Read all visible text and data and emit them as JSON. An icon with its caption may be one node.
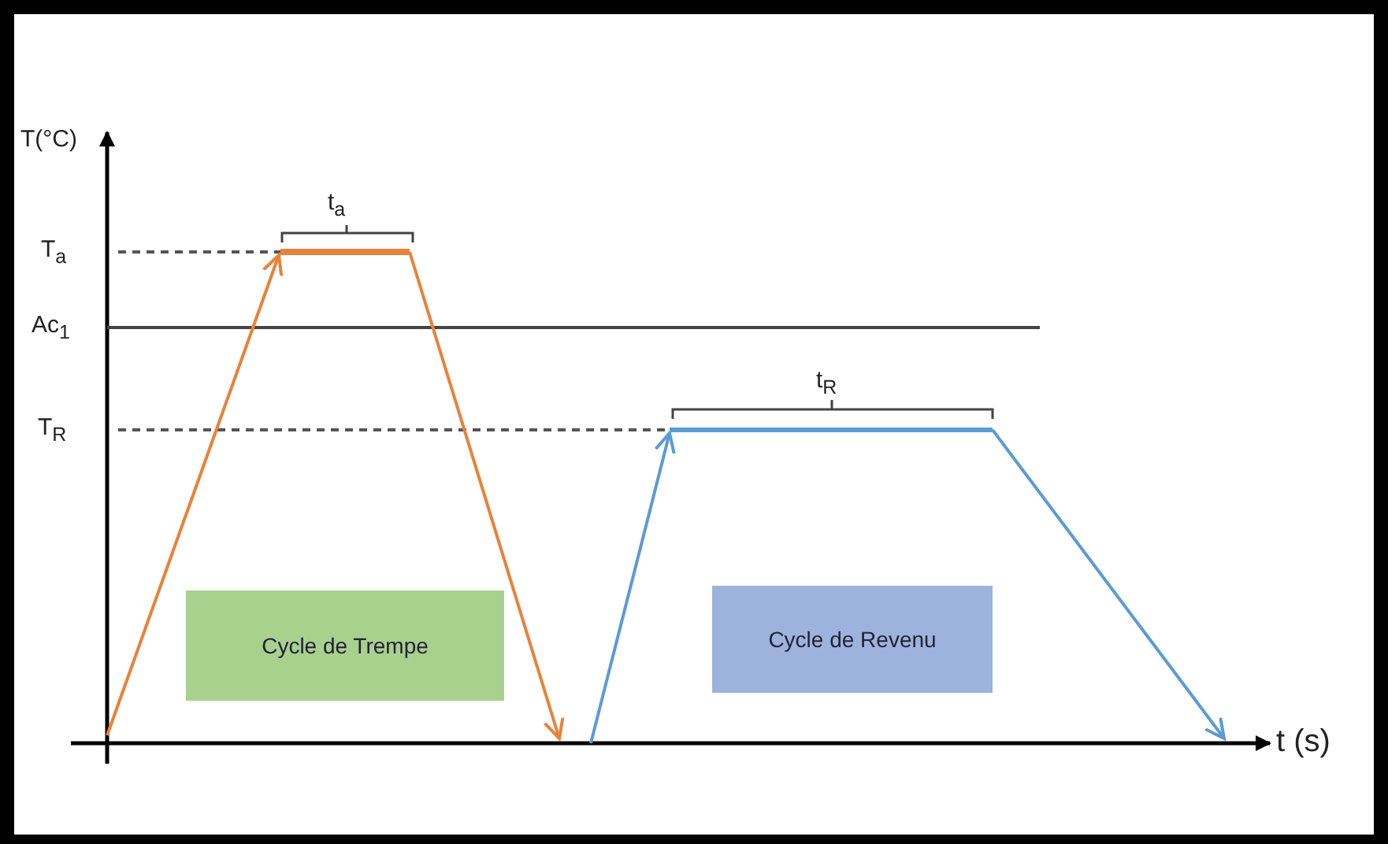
{
  "diagram": {
    "nodes": [
      {
        "text": [
          "Cycle de Trempe"
        ]
      },
      {
        "text": [
          "Cycle de Revenu"
        ]
      }
    ],
    "labels": [
      "T(°C)",
      "t$_{a}$",
      "T$_{a}$",
      "Ac$_{1}$",
      "t$_{R}$",
      "T$_{R}$",
      "t (s)"
    ]
  }
}
